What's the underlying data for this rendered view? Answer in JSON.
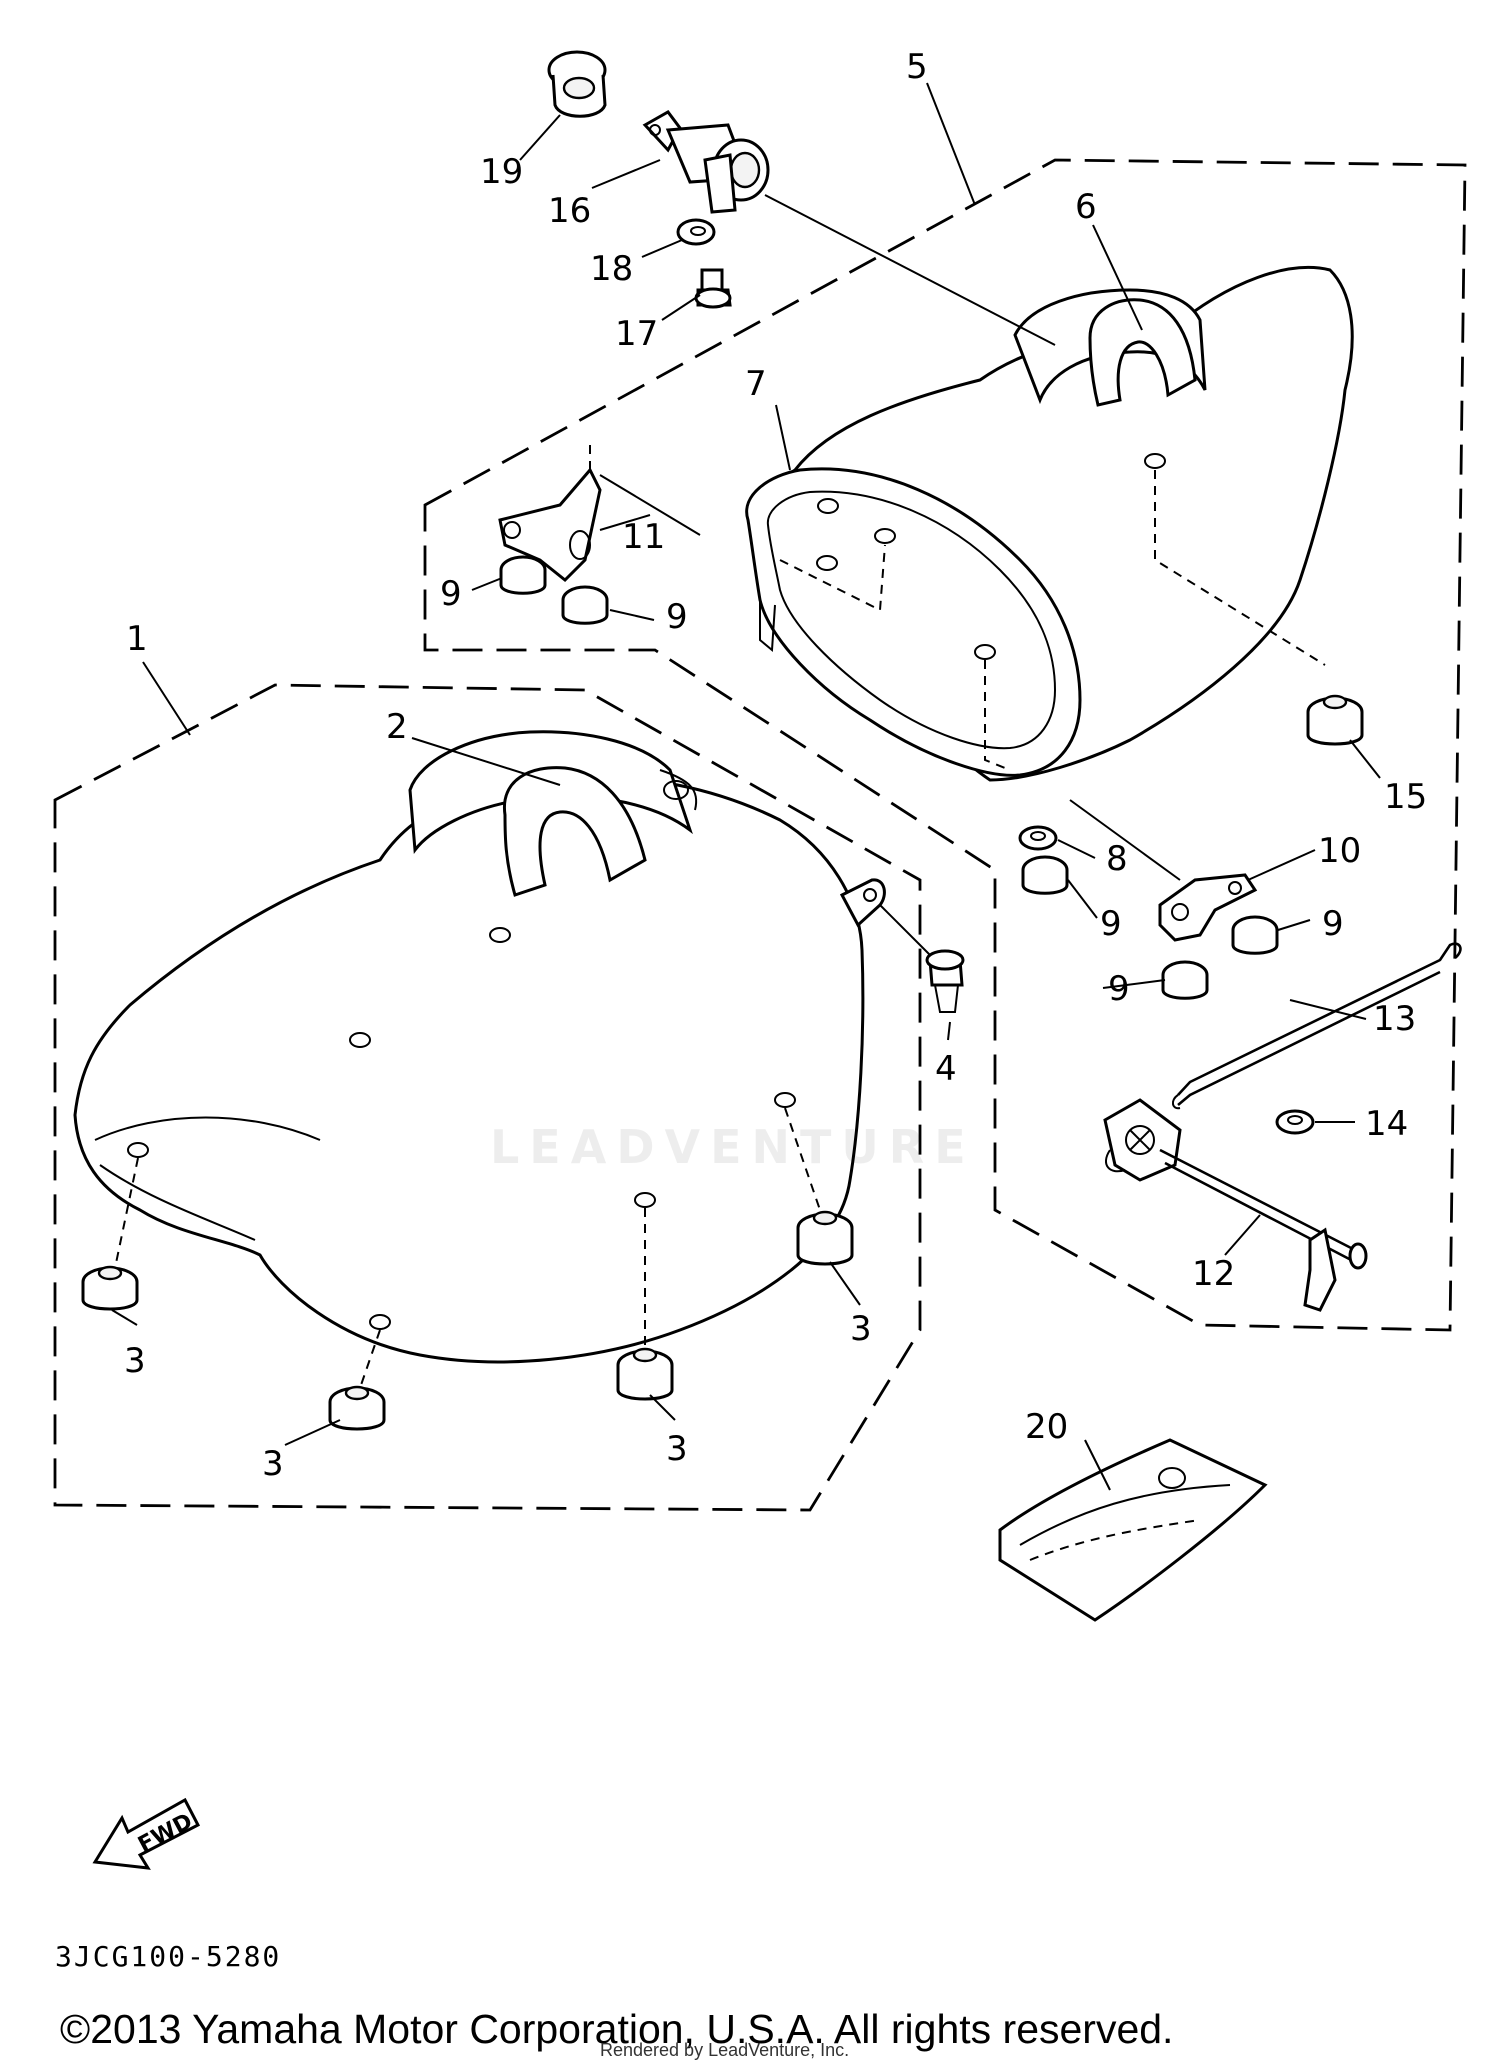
{
  "diagram": {
    "callouts": [
      {
        "id": "1",
        "text": "1"
      },
      {
        "id": "2",
        "text": "2"
      },
      {
        "id": "3a",
        "text": "3"
      },
      {
        "id": "3b",
        "text": "3"
      },
      {
        "id": "3c",
        "text": "3"
      },
      {
        "id": "3d",
        "text": "3"
      },
      {
        "id": "4",
        "text": "4"
      },
      {
        "id": "5",
        "text": "5"
      },
      {
        "id": "6",
        "text": "6"
      },
      {
        "id": "7",
        "text": "7"
      },
      {
        "id": "8",
        "text": "8"
      },
      {
        "id": "9a",
        "text": "9"
      },
      {
        "id": "9b",
        "text": "9"
      },
      {
        "id": "9c",
        "text": "9"
      },
      {
        "id": "9d",
        "text": "9"
      },
      {
        "id": "9e",
        "text": "9"
      },
      {
        "id": "10",
        "text": "10"
      },
      {
        "id": "11",
        "text": "11"
      },
      {
        "id": "12",
        "text": "12"
      },
      {
        "id": "13",
        "text": "13"
      },
      {
        "id": "14",
        "text": "14"
      },
      {
        "id": "15",
        "text": "15"
      },
      {
        "id": "16",
        "text": "16"
      },
      {
        "id": "17",
        "text": "17"
      },
      {
        "id": "18",
        "text": "18"
      },
      {
        "id": "19",
        "text": "19"
      },
      {
        "id": "20",
        "text": "20"
      }
    ],
    "fwd_label": "FWD",
    "drawing_code": "3JCG100-5280",
    "watermark": "LEADVENTURE"
  },
  "footer": {
    "copyright": "©2013 Yamaha Motor Corporation, U.S.A. All rights reserved.",
    "rendered_by": "Rendered by LeadVenture, Inc."
  }
}
